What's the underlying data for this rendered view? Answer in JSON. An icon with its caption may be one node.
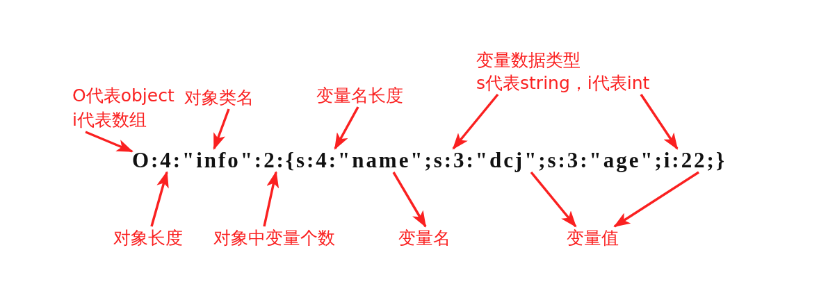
{
  "diagram": {
    "nodes": [
      {
        "text": [
          "O代表object",
          "i代表数组"
        ]
      },
      {
        "text": [
          "对象类名"
        ]
      },
      {
        "text": [
          "变量名长度"
        ]
      },
      {
        "text": [
          "变量数据类型",
          "s代表string，i代表int"
        ]
      },
      {
        "text": [
          "O:4:\"info\":2:{s:4:\"name\";s:3:\"dcj\";s:3:\"age\";i:22;}"
        ]
      },
      {
        "text": [
          "对象长度"
        ]
      },
      {
        "text": [
          "对象中变量个数"
        ]
      },
      {
        "text": [
          "变量名"
        ]
      },
      {
        "text": [
          "变量值"
        ]
      }
    ],
    "edges": [
      {
        "from": 0,
        "to": 4,
        "arrow": "to"
      },
      {
        "from": 1,
        "to": 4,
        "arrow": "to"
      },
      {
        "from": 2,
        "to": 4,
        "arrow": "to"
      },
      {
        "from": 3,
        "to": 4,
        "arrow": "to"
      },
      {
        "from": 3,
        "to": 4,
        "arrow": "to"
      },
      {
        "from": 5,
        "to": 4,
        "arrow": "to"
      },
      {
        "from": 6,
        "to": 4,
        "arrow": "to"
      },
      {
        "from": 4,
        "to": 7,
        "arrow": "to"
      },
      {
        "from": 4,
        "to": 8,
        "arrow": "to"
      },
      {
        "from": 4,
        "to": 8,
        "arrow": "to"
      }
    ]
  }
}
